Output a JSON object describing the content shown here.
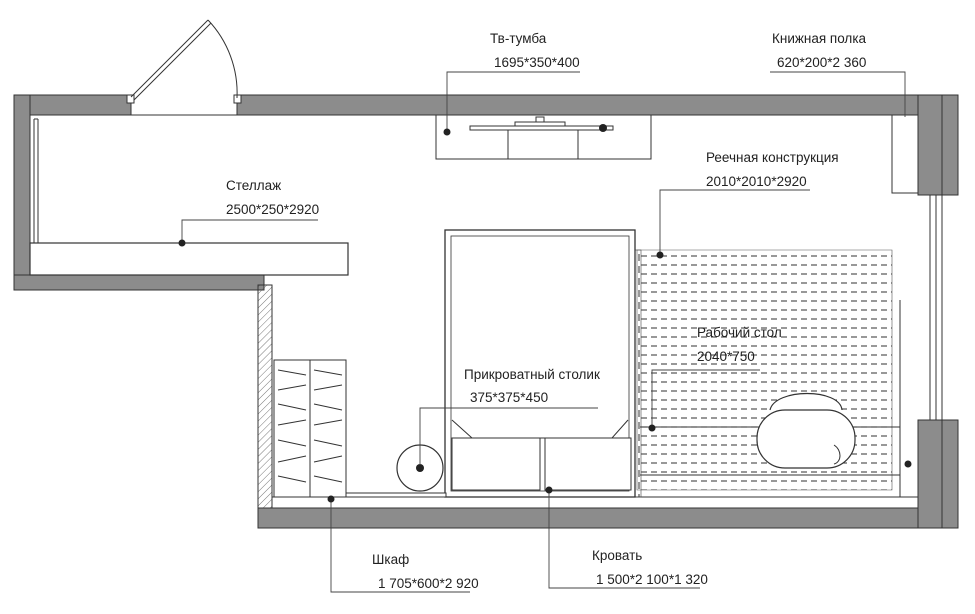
{
  "labels": {
    "tv_stand": {
      "name": "Тв-тумба",
      "size": "1695*350*400"
    },
    "bookshelf": {
      "name": "Книжная полка",
      "size": "620*200*2 360"
    },
    "slat": {
      "name": "Реечная конструкция",
      "size": "2010*2010*2920"
    },
    "rack": {
      "name": "Стеллаж",
      "size": "2500*250*2920"
    },
    "desk": {
      "name": "Рабочий стол",
      "size": "2040*750"
    },
    "nightstand": {
      "name": "Прикроватный столик",
      "size": "375*375*450"
    },
    "wardrobe": {
      "name": "Шкаф",
      "size": "1 705*600*2 920"
    },
    "bed": {
      "name": "Кровать",
      "size": "1 500*2 100*1 320"
    }
  },
  "colors": {
    "wall": "#8c8c8c",
    "line": "#333333",
    "text": "#222222"
  }
}
